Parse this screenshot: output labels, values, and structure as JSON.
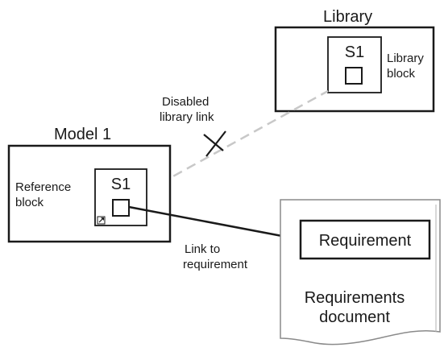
{
  "library": {
    "title": "Library",
    "block_name": "S1",
    "block_label_line1": "Library",
    "block_label_line2": "block"
  },
  "model": {
    "title": "Model 1",
    "block_name": "S1",
    "block_label_line1": "Reference",
    "block_label_line2": "block"
  },
  "disabled_link": {
    "label_line1": "Disabled",
    "label_line2": "library link"
  },
  "requirement_link": {
    "label_line1": "Link to",
    "label_line2": "requirement"
  },
  "requirements_document": {
    "item_label": "Requirement",
    "title_line1": "Requirements",
    "title_line2": "document"
  },
  "colors": {
    "stroke": "#1a1a1a",
    "disabled_link": "#c8c8c8",
    "document_fill": "#ffffff"
  },
  "icons": [
    "shortcut-arrow-icon",
    "cross-mark-icon",
    "arrowhead-icon"
  ]
}
